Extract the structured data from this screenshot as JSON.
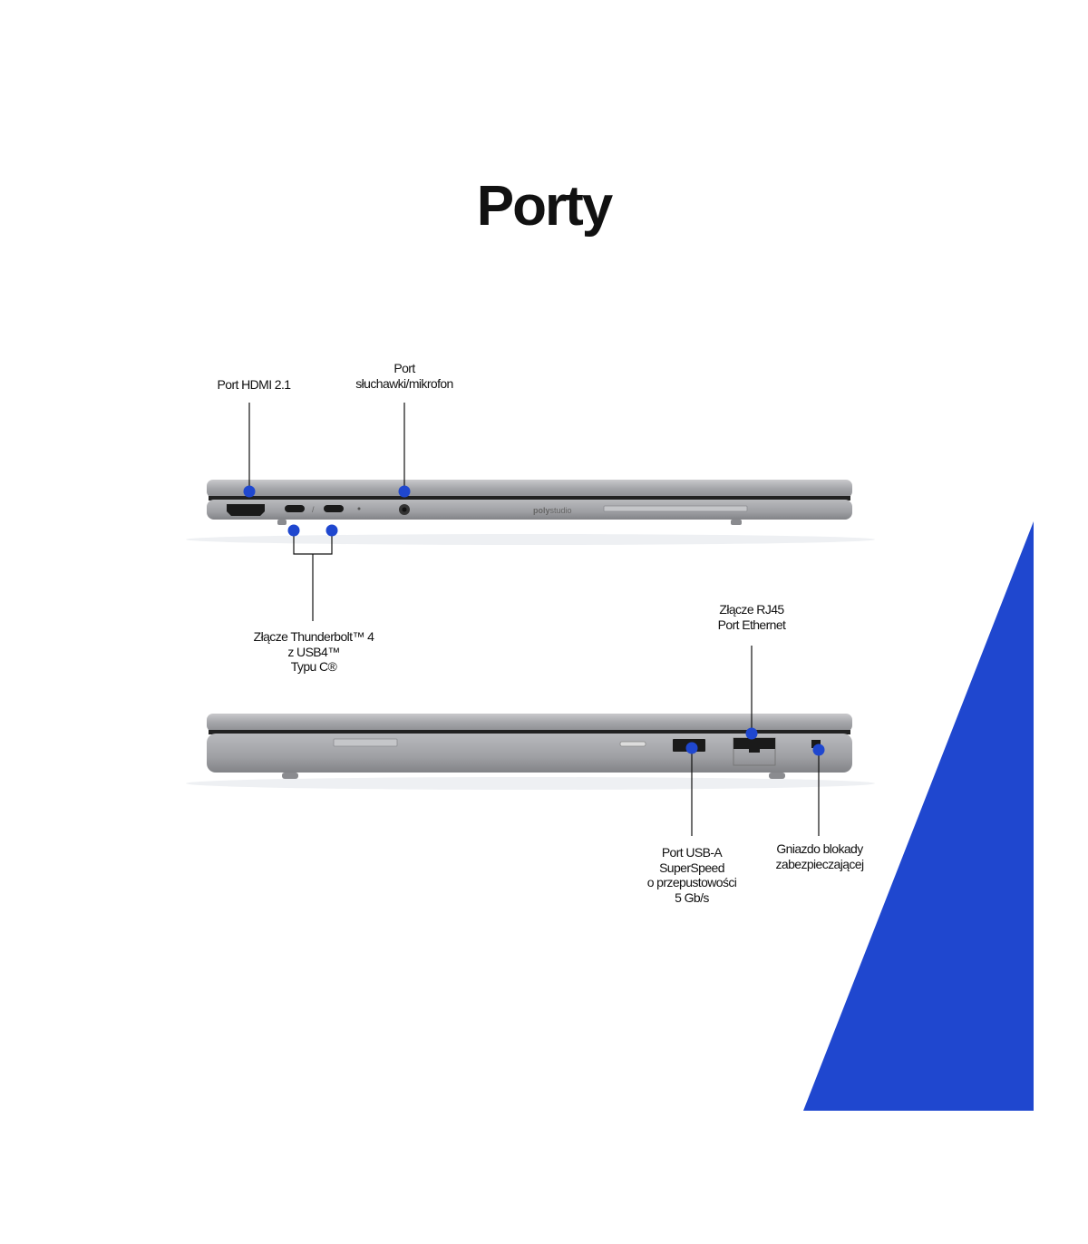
{
  "title": "Porty",
  "brand_mark": "poly studio",
  "accent_color": "#1f47cf",
  "callouts": {
    "hdmi": "Port HDMI 2.1",
    "audio_line1": "Port",
    "audio_line2": "słuchawki/mikrofon",
    "thunderbolt_line1": "Złącze Thunderbolt™ 4",
    "thunderbolt_line2": "z USB4™",
    "thunderbolt_line3": "Typu C®",
    "rj45_line1": "Złącze RJ45",
    "rj45_line2": "Port Ethernet",
    "usba_line1": "Port USB-A",
    "usba_line2": "SuperSpeed",
    "usba_line3": "o przepustowości",
    "usba_line4": "5 Gb/s",
    "lock_line1": "Gniazdo blokady",
    "lock_line2": "zabezpieczającej"
  }
}
